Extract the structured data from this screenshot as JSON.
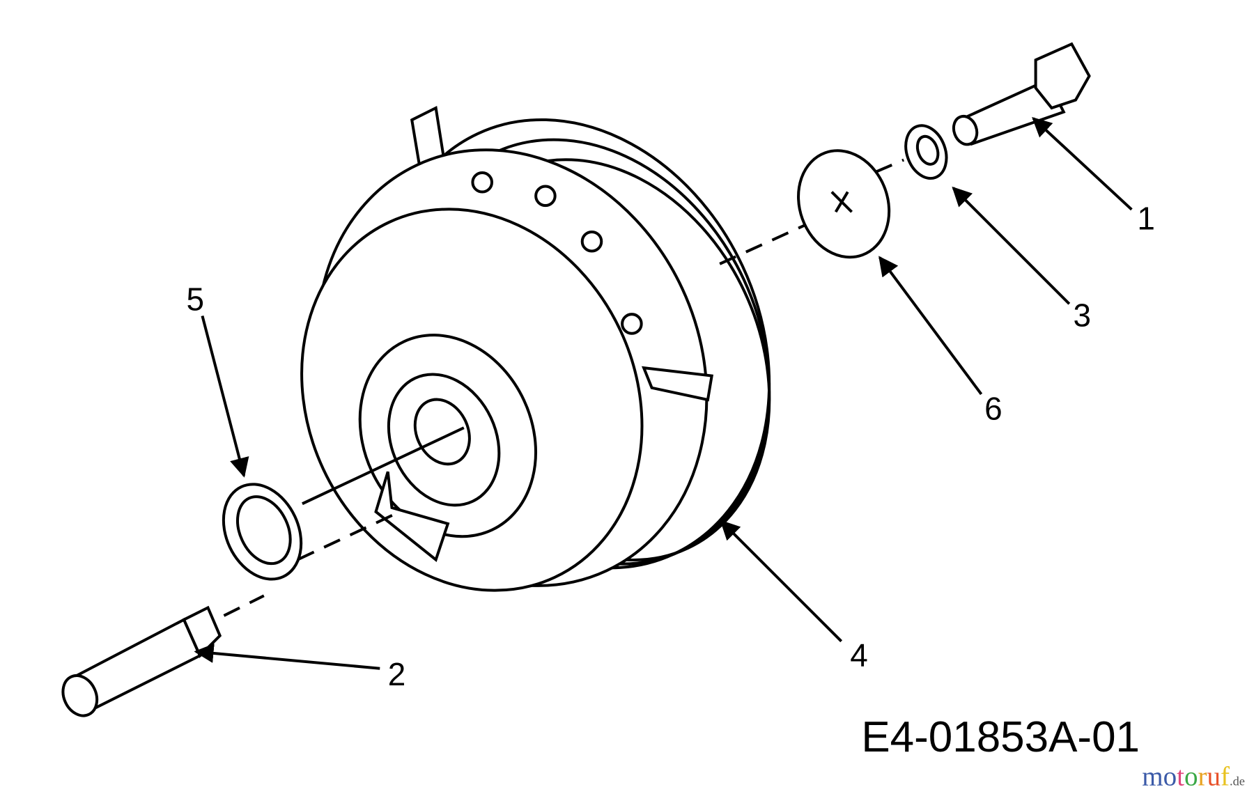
{
  "diagram": {
    "part_labels": [
      "1",
      "2",
      "3",
      "4",
      "5",
      "6"
    ],
    "drawing_code": "E4-01853A-01",
    "watermark": {
      "text": "motoruf",
      "suffix": ".de",
      "letter_colors": [
        "#3b5aa8",
        "#3b5aa8",
        "#e0457b",
        "#3aa845",
        "#e8a21f",
        "#e8522a",
        "#e8c21f"
      ]
    }
  }
}
